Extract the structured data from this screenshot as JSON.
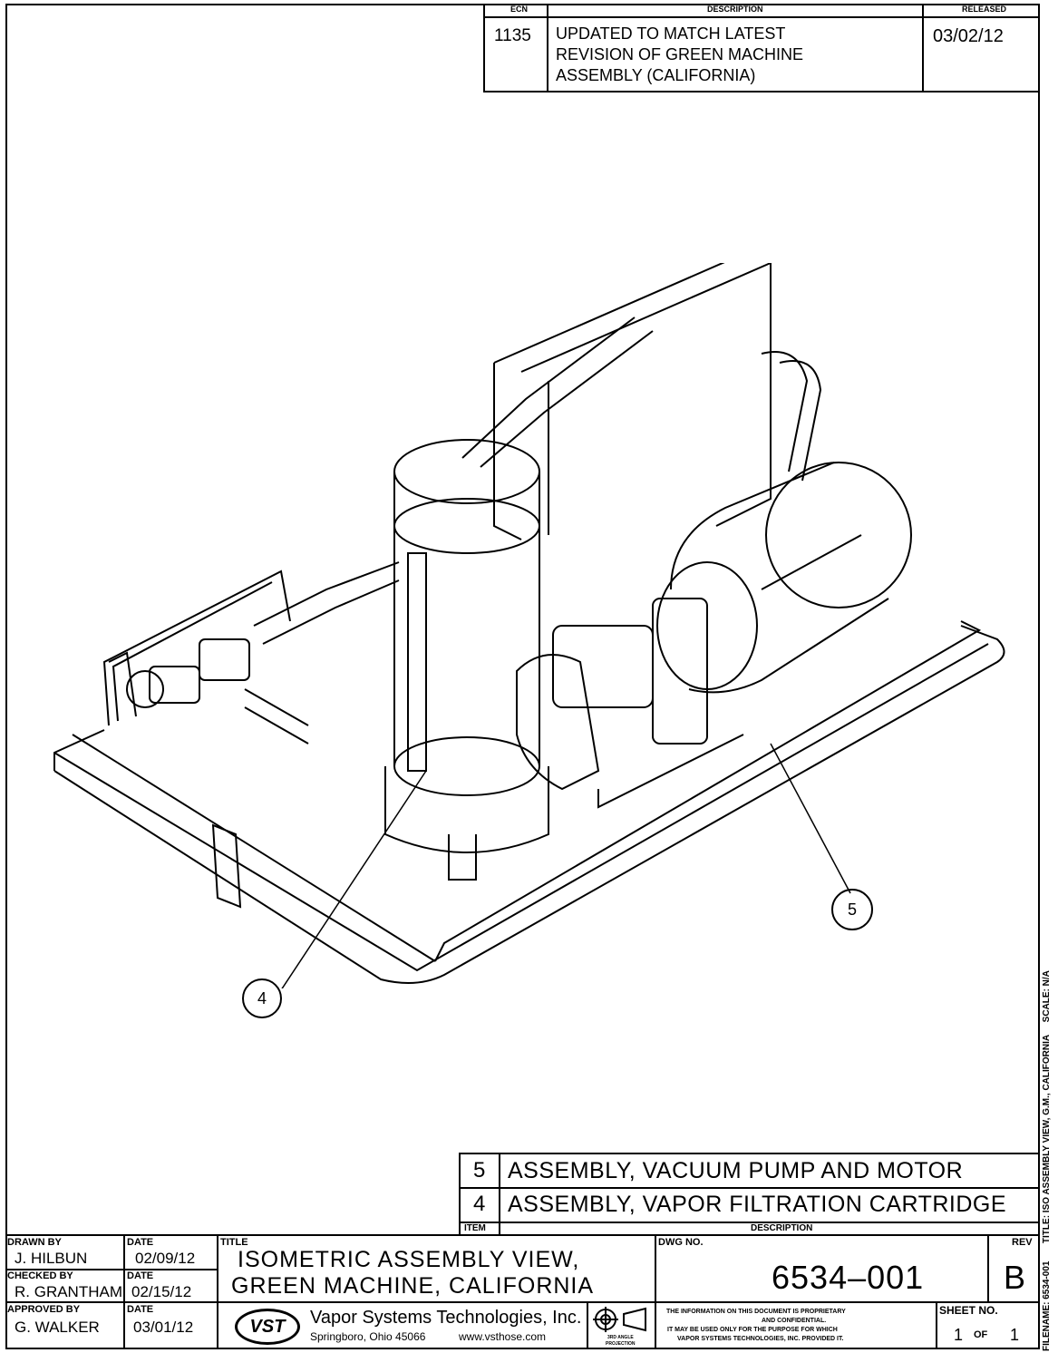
{
  "revision_block": {
    "headers": {
      "ecn": "ECN",
      "description": "DESCRIPTION",
      "released": "RELEASED"
    },
    "row": {
      "ecn": "1135",
      "description": [
        "UPDATED TO MATCH LATEST",
        "REVISION OF GREEN MACHINE",
        "ASSEMBLY (CALIFORNIA)"
      ],
      "released": "03/02/12"
    }
  },
  "callouts": [
    {
      "number": "4"
    },
    {
      "number": "5"
    }
  ],
  "parts_list": {
    "headers": {
      "item": "ITEM",
      "description": "DESCRIPTION"
    },
    "items": [
      {
        "item": "5",
        "description": "ASSEMBLY, VACUUM PUMP AND MOTOR"
      },
      {
        "item": "4",
        "description": "ASSEMBLY, VAPOR FILTRATION CARTRIDGE"
      }
    ]
  },
  "title_block": {
    "drawn_by_label": "DRAWN BY",
    "drawn_by": "J. HILBUN",
    "checked_by_label": "CHECKED BY",
    "checked_by": "R. GRANTHAM",
    "approved_by_label": "APPROVED BY",
    "approved_by": "G. WALKER",
    "date_label": "DATE",
    "drawn_date": "02/09/12",
    "checked_date": "02/15/12",
    "approved_date": "03/01/12",
    "title_label": "TITLE",
    "title_line1": "ISOMETRIC ASSEMBLY VIEW,",
    "title_line2": "GREEN MACHINE, CALIFORNIA",
    "logo_text": "VST",
    "company": "Vapor Systems Technologies, Inc.",
    "address": "Springboro, Ohio 45066",
    "website": "www.vsthose.com",
    "projection_line1": "3RD ANGLE",
    "projection_line2": "PROJECTION",
    "dwg_no_label": "DWG NO.",
    "dwg_no": "6534–001",
    "rev_label": "REV",
    "rev": "B",
    "notice": [
      "THE INFORMATION ON THIS DOCUMENT IS PROPRIETARY",
      "AND CONFIDENTIAL.",
      "IT MAY BE USED ONLY FOR THE PURPOSE FOR WHICH",
      "VAPOR SYSTEMS TECHNOLOGIES, INC. PROVIDED IT."
    ],
    "sheet_no_label": "SHEET NO.",
    "sheet": "1",
    "of_label": "OF",
    "sheet_total": "1"
  },
  "side_text": "FILENAME: 6534-001       TITLE: ISO ASSEMBLY VIEW, G.M., CALIFORNIA     SCALE: N/A"
}
